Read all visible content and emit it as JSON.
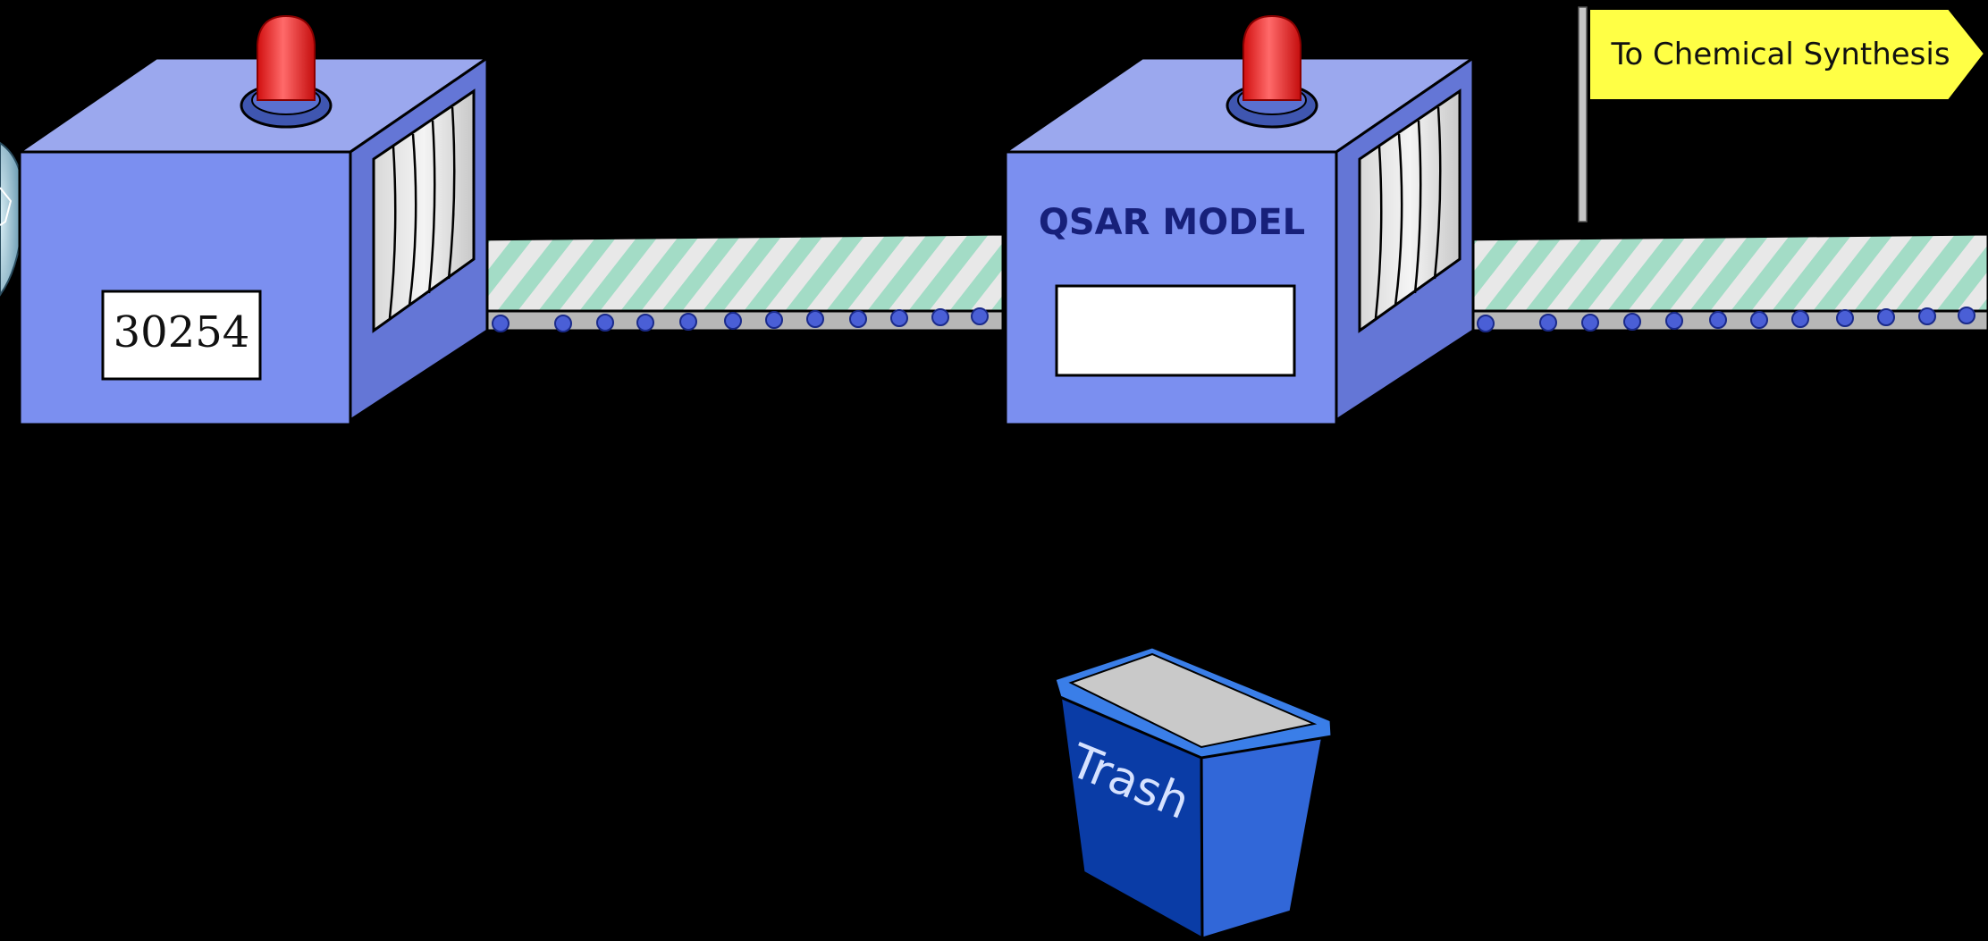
{
  "machines": {
    "counter": {
      "display_value": "30254"
    },
    "qsar": {
      "title": "QSAR MODEL",
      "display_value": ""
    }
  },
  "flag": {
    "label": "To Chemical Synthesis"
  },
  "trash": {
    "label": "Trash"
  },
  "colors": {
    "background": "#000000",
    "machine_front": "#7b8ff0",
    "machine_top": "#9ba8ee",
    "machine_side": "#6476d6",
    "beacon_red": "#ff2a2a",
    "belt_stripe_green": "#a3dcc6",
    "belt_stripe_light": "#e6e6e6",
    "roller_blue": "#4a5fd6",
    "flag_yellow": "#ffff45",
    "trash_front": "#0a3ca6",
    "trash_side": "#3167d8",
    "trash_lid": "#c9c9c9",
    "text_navy": "#17207a"
  }
}
